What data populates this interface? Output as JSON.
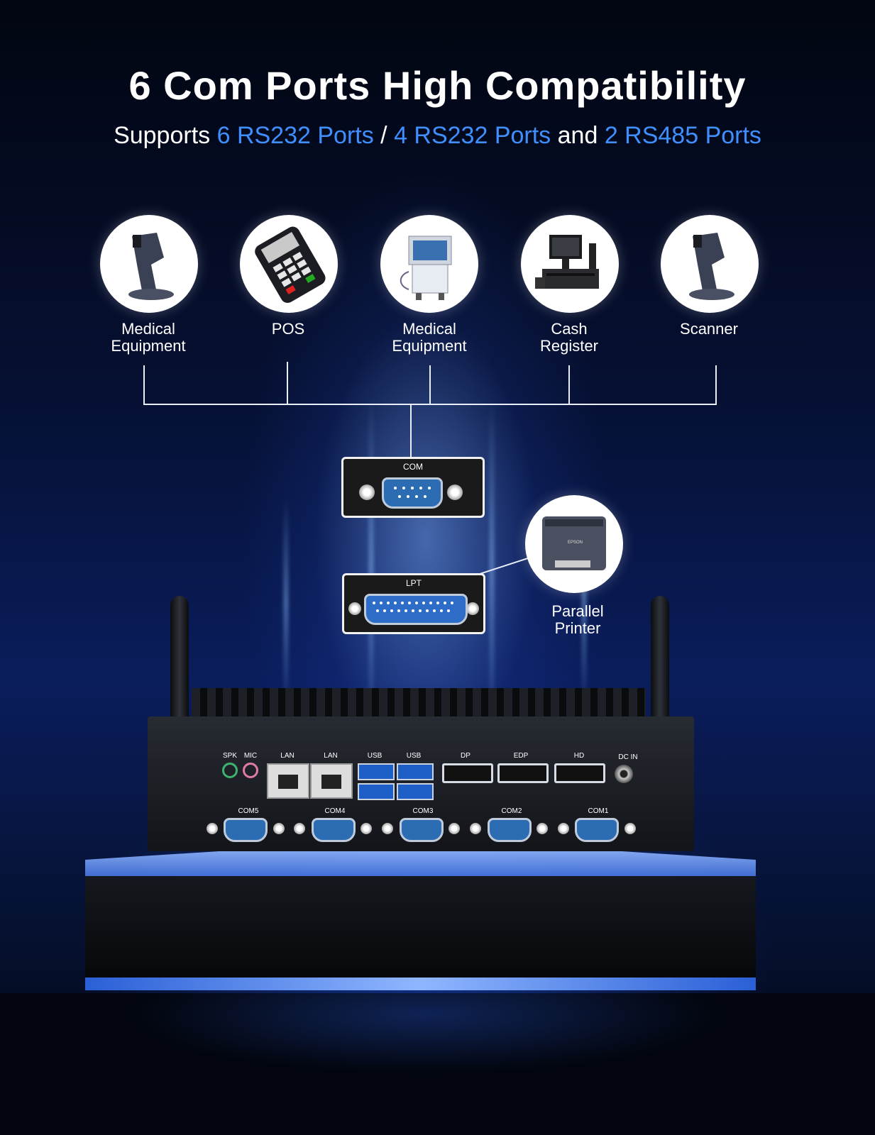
{
  "header": {
    "title": "6 Com Ports High Compatibility",
    "subtitle_prefix": "Supports ",
    "subtitle_hl1": "6 RS232 Ports",
    "subtitle_sep1": " / ",
    "subtitle_hl2": "4 RS232 Ports",
    "subtitle_sep2": " and ",
    "subtitle_hl3": "2 RS485 Ports"
  },
  "devices": [
    {
      "label_line1": "Medical",
      "label_line2": "Equipment",
      "icon": "barcode-scanner-icon"
    },
    {
      "label_line1": "POS",
      "label_line2": "",
      "icon": "pos-terminal-icon"
    },
    {
      "label_line1": "Medical",
      "label_line2": "Equipment",
      "icon": "medical-machine-icon"
    },
    {
      "label_line1": "Cash",
      "label_line2": "Register",
      "icon": "cash-register-icon"
    },
    {
      "label_line1": "Scanner",
      "label_line2": "",
      "icon": "barcode-scanner-icon"
    }
  ],
  "com_port": {
    "label": "COM"
  },
  "lpt_port": {
    "label": "LPT"
  },
  "printer": {
    "label_line1": "Parallel",
    "label_line2": "Printer",
    "brand": "EPSON"
  },
  "io_panel": {
    "spk": "SPK",
    "mic": "MIC",
    "lan1": "LAN",
    "lan2": "LAN",
    "usb1": "USB",
    "usb2": "USB",
    "dp": "DP",
    "edp": "EDP",
    "hd": "HD",
    "dcin": "DC IN",
    "com5": "COM5",
    "com4": "COM4",
    "com3": "COM3",
    "com2": "COM2",
    "com1": "COM1"
  },
  "colors": {
    "accent": "#3f8fff",
    "com_port": "#2c6cb3",
    "stand_glow": "#8fb6ff"
  }
}
